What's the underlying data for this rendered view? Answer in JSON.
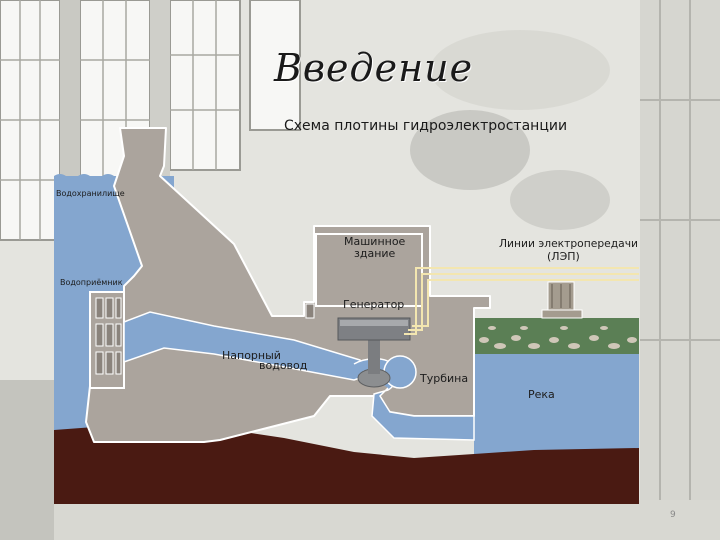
{
  "slide": {
    "title": "Введение",
    "subtitle": "Схема плотины гидроэлектростанции",
    "page_number": "9"
  },
  "diagram": {
    "labels": {
      "reservoir": "Водохранилище",
      "intake": "Водоприёмник",
      "machine_hall_line1": "Машинное",
      "machine_hall_line2": "здание",
      "generator": "Генератор",
      "penstock_line1": "Напорный",
      "penstock_line2": "водовод",
      "turbine": "Турбина",
      "power_lines_line1": "Линии электропередачи",
      "power_lines_line2": "(ЛЭП)",
      "river": "Река"
    },
    "colors": {
      "water": "#84a6cf",
      "dam": "#aba49d",
      "dam_outline": "#ffffff",
      "ground": "#4a1a12",
      "power_line": "#f3e6b0",
      "grass": "#4e7a4a"
    }
  }
}
